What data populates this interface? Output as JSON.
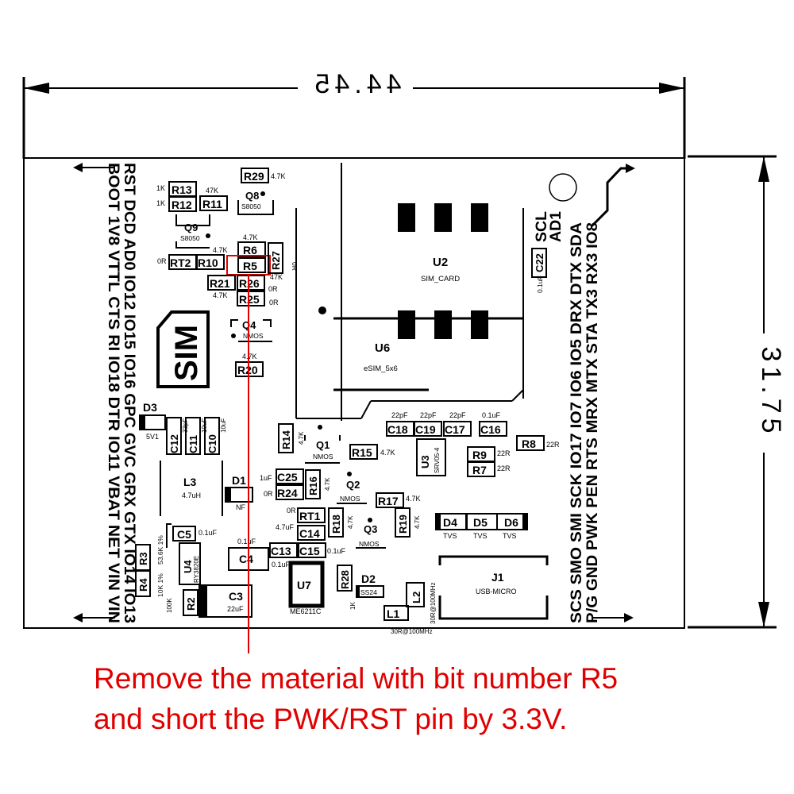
{
  "dimensions": {
    "width_label": "44.45",
    "height_label": "31.75"
  },
  "components": {
    "R29": "R29",
    "R29_val": "4.7K",
    "R13": "R13",
    "R13_val": "1K",
    "R13_val2": "47K",
    "R12": "R12",
    "R12_val": "1K",
    "R11": "R11",
    "Q8": "Q8",
    "Q8_val": "S8050",
    "Q9": "Q9",
    "Q9_val": "S8050",
    "R6": "R6",
    "R6_val": "4.7K",
    "R6_val2": "4.7K",
    "RT2": "RT2",
    "RT2_val": "0R",
    "R10": "R10",
    "R5": "R5",
    "R27": "R27",
    "R27_val": "0R",
    "R21": "R21",
    "R21_val": "4.7K",
    "R26": "R26",
    "R26_val": "47K",
    "R26_val2": "0R",
    "R25": "R25",
    "R25_val": "0R",
    "Q4": "Q4",
    "Q4_val": "NMOS",
    "R20": "R20",
    "R20_val": "4.7K",
    "U2": "U2",
    "U2_val": "SIM_CARD",
    "U6": "U6",
    "U6_val": "eSIM_5x6",
    "C22": "C22",
    "C22_val": "0.1uF",
    "D3": "D3",
    "D3_val": "5V1",
    "C12": "C12",
    "C12_val": "33pF",
    "C11": "C11",
    "C11_val": "10uF",
    "C10": "C10",
    "C10_val": "10uF",
    "R14": "R14",
    "R14_val": "4.7K",
    "Q1": "Q1",
    "Q1_val": "NMOS",
    "R15": "R15",
    "R15_val": "4.7K",
    "C18": "C18",
    "C18_val": "22pF",
    "C19": "C19",
    "C19_val": "22pF",
    "C17": "C17",
    "C17_val": "22pF",
    "C16": "C16",
    "C16_val": "0.1uF",
    "U3": "U3",
    "U3_val": "SRV05-4",
    "R8": "R8",
    "R8_val": "22R",
    "R9": "R9",
    "R9_val": "22R",
    "R7": "R7",
    "R7_val": "22R",
    "L3": "L3",
    "L3_val": "4.7uH",
    "D1": "D1",
    "D1_val": "NF",
    "C25": "C25",
    "C25_val": "1uF",
    "R24": "R24",
    "R24_val": "0R",
    "R16": "R16",
    "R16_val": "4.7K",
    "Q2": "Q2",
    "Q2_val": "NMOS",
    "R17": "R17",
    "R17_val": "4.7K",
    "RT1": "RT1",
    "RT1_val": "0R",
    "C14": "C14",
    "C14_val": "4.7uF",
    "R18": "R18",
    "R18_val": "4.7K",
    "R19": "R19",
    "R19_val": "4.7K",
    "Q3": "Q3",
    "Q3_val": "NMOS",
    "D4": "D4",
    "D5": "D5",
    "D6": "D6",
    "TVS": "TVS",
    "C5": "C5",
    "C5_val": "0.1uF",
    "R3": "R3",
    "R3_val": "53.6K 1%",
    "R4": "R4",
    "R4_val": "10K 1%",
    "U4": "U4",
    "U4_val": "RY3820E",
    "C4": "C4",
    "C4_val": "0.1uF",
    "C13": "C13",
    "C15": "C15",
    "C15_val": "0.1uF",
    "C13_val": "0.1uF",
    "U7": "U7",
    "U7_val": "ME6211C",
    "R28": "R28",
    "R28_val": "1K",
    "D2": "D2",
    "D2_val": "SS24",
    "L2": "L2",
    "L2_val": "30R@100MHz",
    "L1": "L1",
    "L1_val": "30R@100MHz",
    "J1": "J1",
    "J1_val": "USB-MICRO",
    "C3": "C3",
    "C3_val": "22uF",
    "R2": "R2",
    "R2_val": "100K",
    "AD1": "AD1",
    "SIM": "SIM"
  },
  "pins_left": {
    "row1": "RST DCD AD0 IO12 IO15 IO16 GPC GVC GRX GTX IO14 IO13",
    "row2": "BOOT 1V8 VTTL CTS RI IO18 DTR IO11 VBAT NET VIN VIN"
  },
  "pins_right": {
    "row1": "SCS SMO SMI SCK IO17 IO7 IO6 IO5 DRX DTX SDA",
    "row2": "P/G GND PWK PEN RTS MRX MTX STA TX3 RX3 IO8",
    "scl": "SCL"
  },
  "note": {
    "line1": "Remove the material with bit number R5",
    "line2": "and short the PWK/RST pin by 3.3V."
  },
  "colors": {
    "annotation": "#e00000",
    "ink": "#000000"
  }
}
